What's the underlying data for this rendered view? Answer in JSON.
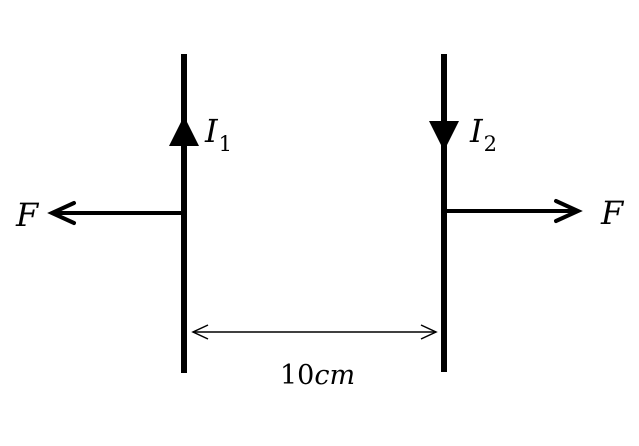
{
  "labels": {
    "current1_symbol": "I",
    "current1_subscript": "1",
    "current2_symbol": "I",
    "current2_subscript": "2",
    "force_left": "F",
    "force_right": "F",
    "separation_number": "10",
    "separation_unit": "cm"
  },
  "colors": {
    "stroke": "#000000",
    "background": "#ffffff"
  }
}
